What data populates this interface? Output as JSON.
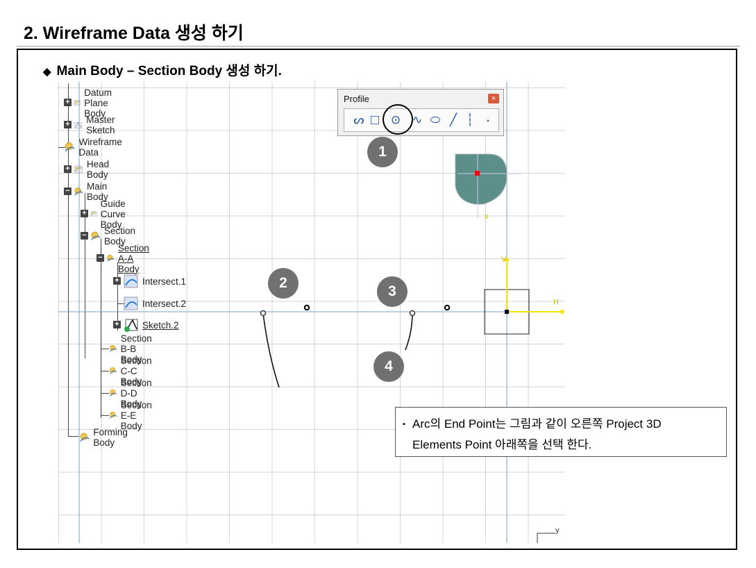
{
  "slide": {
    "title": "2. Wireframe Data 생성 하기",
    "section_heading": "Main Body – Section Body 생성 하기.",
    "bullet_diamond": "◆"
  },
  "tree": {
    "items": [
      {
        "label": "Datum Plane Body"
      },
      {
        "label": "Master Sketch"
      },
      {
        "label": "Wireframe Data"
      },
      {
        "label": "Head Body"
      },
      {
        "label": "Main Body"
      },
      {
        "label": "Guide Curve Body"
      },
      {
        "label": "Section Body"
      },
      {
        "label": "Section A-A Body"
      },
      {
        "label": "Intersect.1"
      },
      {
        "label": "Intersect.2"
      },
      {
        "label": "Sketch.2"
      },
      {
        "label": "Section B-B Body"
      },
      {
        "label": "Section C-C Body"
      },
      {
        "label": "Section D-D Body"
      },
      {
        "label": "Section E-E Body"
      },
      {
        "label": "Forming Body"
      }
    ]
  },
  "toolbar": {
    "title": "Profile",
    "close_glyph": "×",
    "buttons": [
      {
        "icon": "profile-icon",
        "glyph": "ᔕ"
      },
      {
        "icon": "rectangle-icon",
        "glyph": "□"
      },
      {
        "icon": "circle-icon",
        "glyph": "⊙"
      },
      {
        "icon": "spline-icon",
        "glyph": "∿"
      },
      {
        "icon": "ellipse-icon",
        "glyph": "⬭"
      },
      {
        "icon": "line-icon",
        "glyph": "╱"
      },
      {
        "icon": "axis-icon",
        "glyph": "┆"
      },
      {
        "icon": "point-icon",
        "glyph": "·"
      }
    ]
  },
  "steps": [
    "1",
    "2",
    "3",
    "4"
  ],
  "axes": {
    "h": "H",
    "v": "V",
    "x": "x",
    "y": "y"
  },
  "note": {
    "bullet": "▪",
    "line1": "Arc의 End Point는 그림과 같이 오른쪽 Project 3D",
    "line2": "Elements Point 아래쪽을 선택 한다."
  },
  "colors": {
    "accent_yellow": "#f2e300",
    "step_badge": "#707070",
    "close_red": "#d95a3b"
  }
}
